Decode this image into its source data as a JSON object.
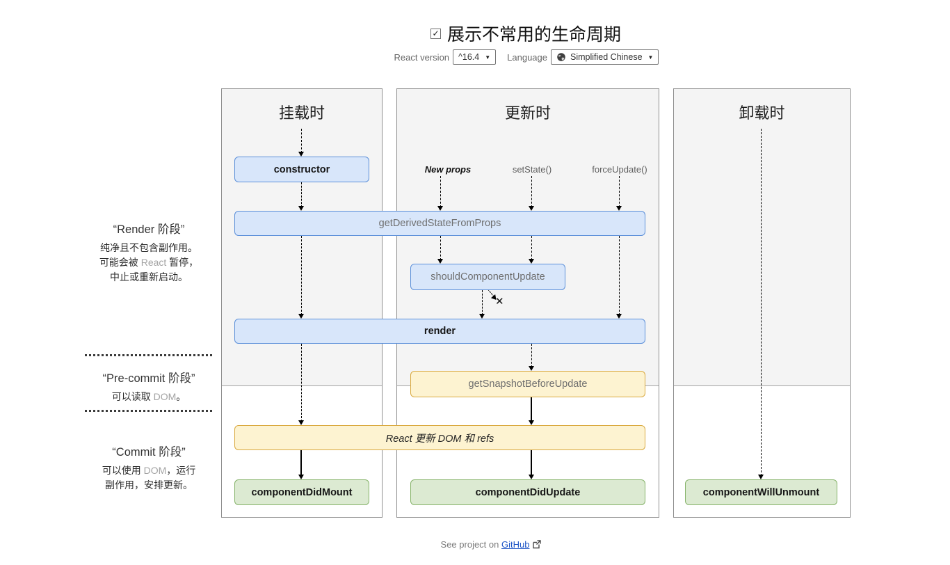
{
  "header": {
    "checkbox_checked": true,
    "title": "展示不常用的生命周期",
    "react_version_label": "React version",
    "react_version_value": "^16.4",
    "language_label": "Language",
    "language_value": "Simplified Chinese"
  },
  "columns": {
    "mounting": "挂载时",
    "updating": "更新时",
    "unmounting": "卸载时"
  },
  "triggers": {
    "new_props": "New props",
    "set_state": "setState()",
    "force_update": "forceUpdate()"
  },
  "methods": {
    "constructor": "constructor",
    "getDerivedStateFromProps": "getDerivedStateFromProps",
    "shouldComponentUpdate": "shouldComponentUpdate",
    "render": "render",
    "getSnapshotBeforeUpdate": "getSnapshotBeforeUpdate",
    "reactUpdates": "React 更新 DOM 和 refs",
    "componentDidMount": "componentDidMount",
    "componentDidUpdate": "componentDidUpdate",
    "componentWillUnmount": "componentWillUnmount"
  },
  "phases": {
    "render": {
      "title": "“Render 阶段”",
      "line1": "纯净且不包含副作用。",
      "line2_pre": "可能会被 ",
      "line2_muted": "React",
      "line2_post": " 暂停，",
      "line3": "中止或重新启动。"
    },
    "pre_commit": {
      "title": "“Pre-commit 阶段”",
      "line1_pre": "可以读取 ",
      "line1_muted": "DOM",
      "line1_post": "。"
    },
    "commit": {
      "title": "“Commit 阶段”",
      "line1_pre": "可以使用 ",
      "line1_muted": "DOM",
      "line1_post": "，运行",
      "line2": "副作用，安排更新。"
    }
  },
  "icons": {
    "dropdown": "▼",
    "checkmark": "✓",
    "no_symbol": "✕"
  },
  "footer": {
    "prefix": "See project on",
    "link_label": "GitHub"
  },
  "colors": {
    "panel_bg": "#f4f4f4",
    "panel_border": "#8f8f8f",
    "blue_fill": "#d8e6fa",
    "blue_border": "#5b8fd9",
    "yellow_fill": "#fdf3d1",
    "yellow_border": "#d9a93f",
    "green_fill": "#dcead2",
    "green_border": "#86b36a",
    "muted_text": "#a3a3a3",
    "link": "#2057c7"
  }
}
